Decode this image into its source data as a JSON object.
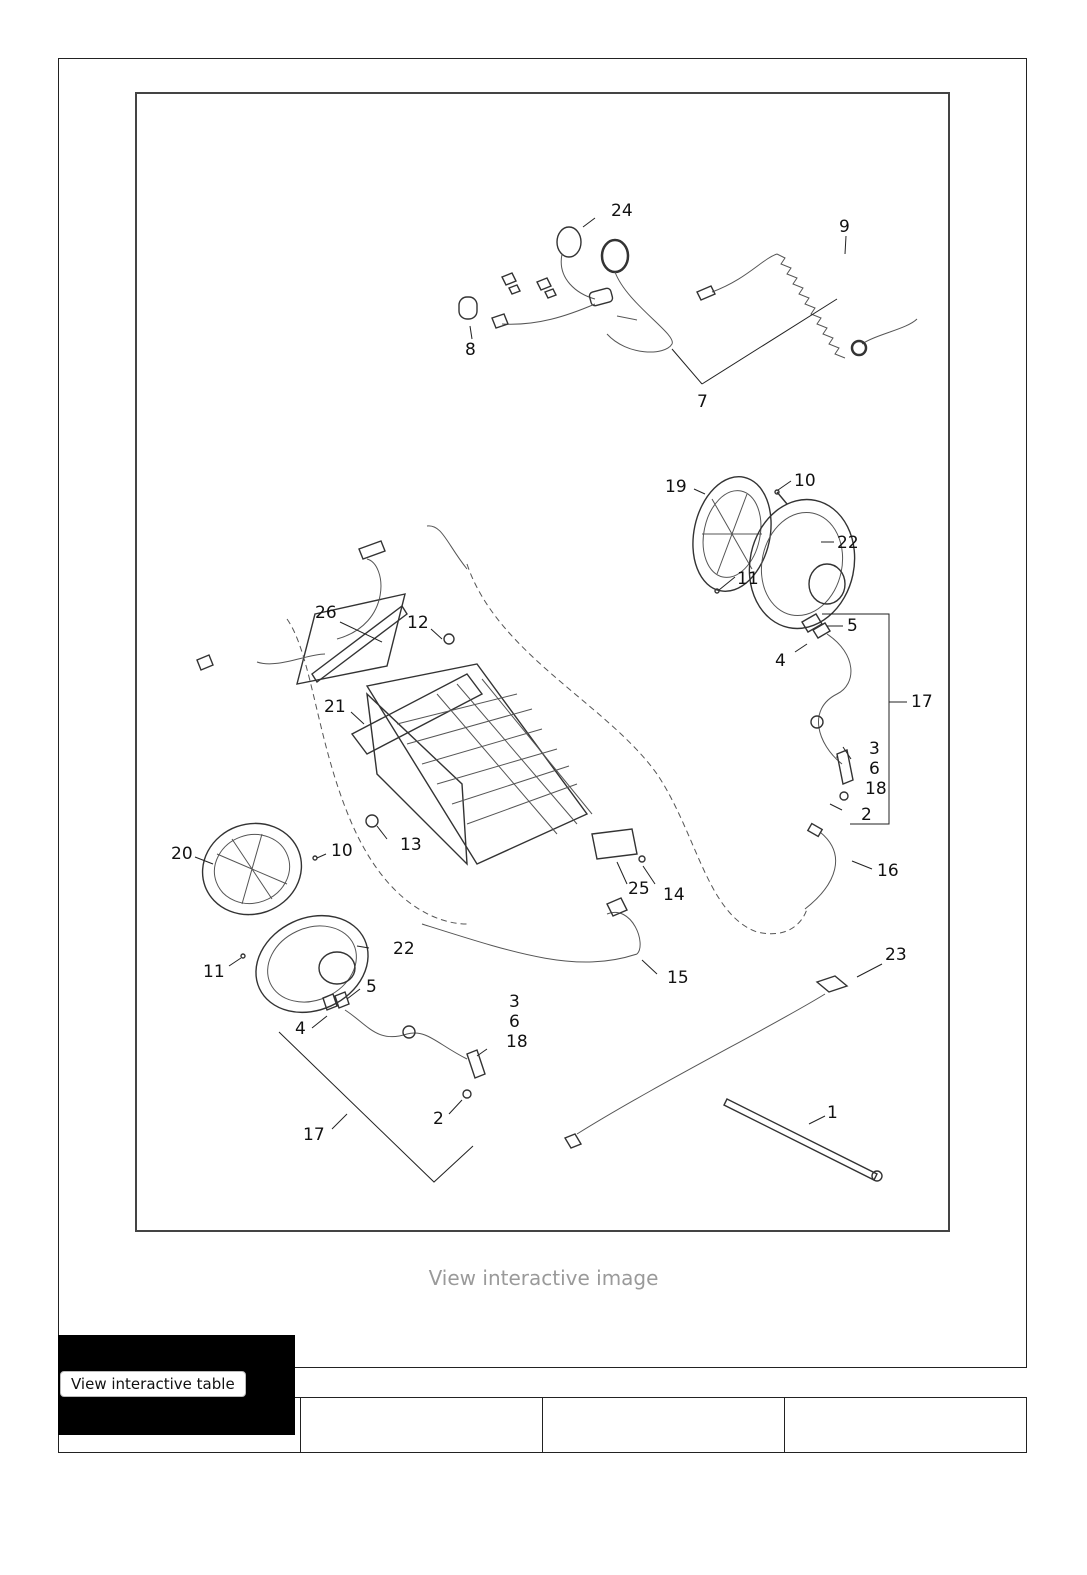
{
  "diagram": {
    "callouts": {
      "c24": "24",
      "c9": "9",
      "c8": "8",
      "c7": "7",
      "c19": "19",
      "c10a": "10",
      "c22a": "22",
      "c11a": "11",
      "c5a": "5",
      "c4a": "4",
      "c17a": "17",
      "c3a": "3",
      "c6a": "6",
      "c18a": "18",
      "c2a": "2",
      "c16": "16",
      "c26": "26",
      "c12": "12",
      "c21": "21",
      "c13": "13",
      "c25": "25",
      "c14": "14",
      "c20": "20",
      "c10b": "10",
      "c11b": "11",
      "c22b": "22",
      "c5b": "5",
      "c4b": "4",
      "c3b": "3",
      "c6b": "6",
      "c18b": "18",
      "c2b": "2",
      "c17b": "17",
      "c15": "15",
      "c23": "23",
      "c1": "1"
    }
  },
  "links": {
    "view_image": "View interactive image",
    "view_table": "View interactive table"
  },
  "table": {
    "cells": [
      "",
      "",
      "",
      ""
    ]
  }
}
